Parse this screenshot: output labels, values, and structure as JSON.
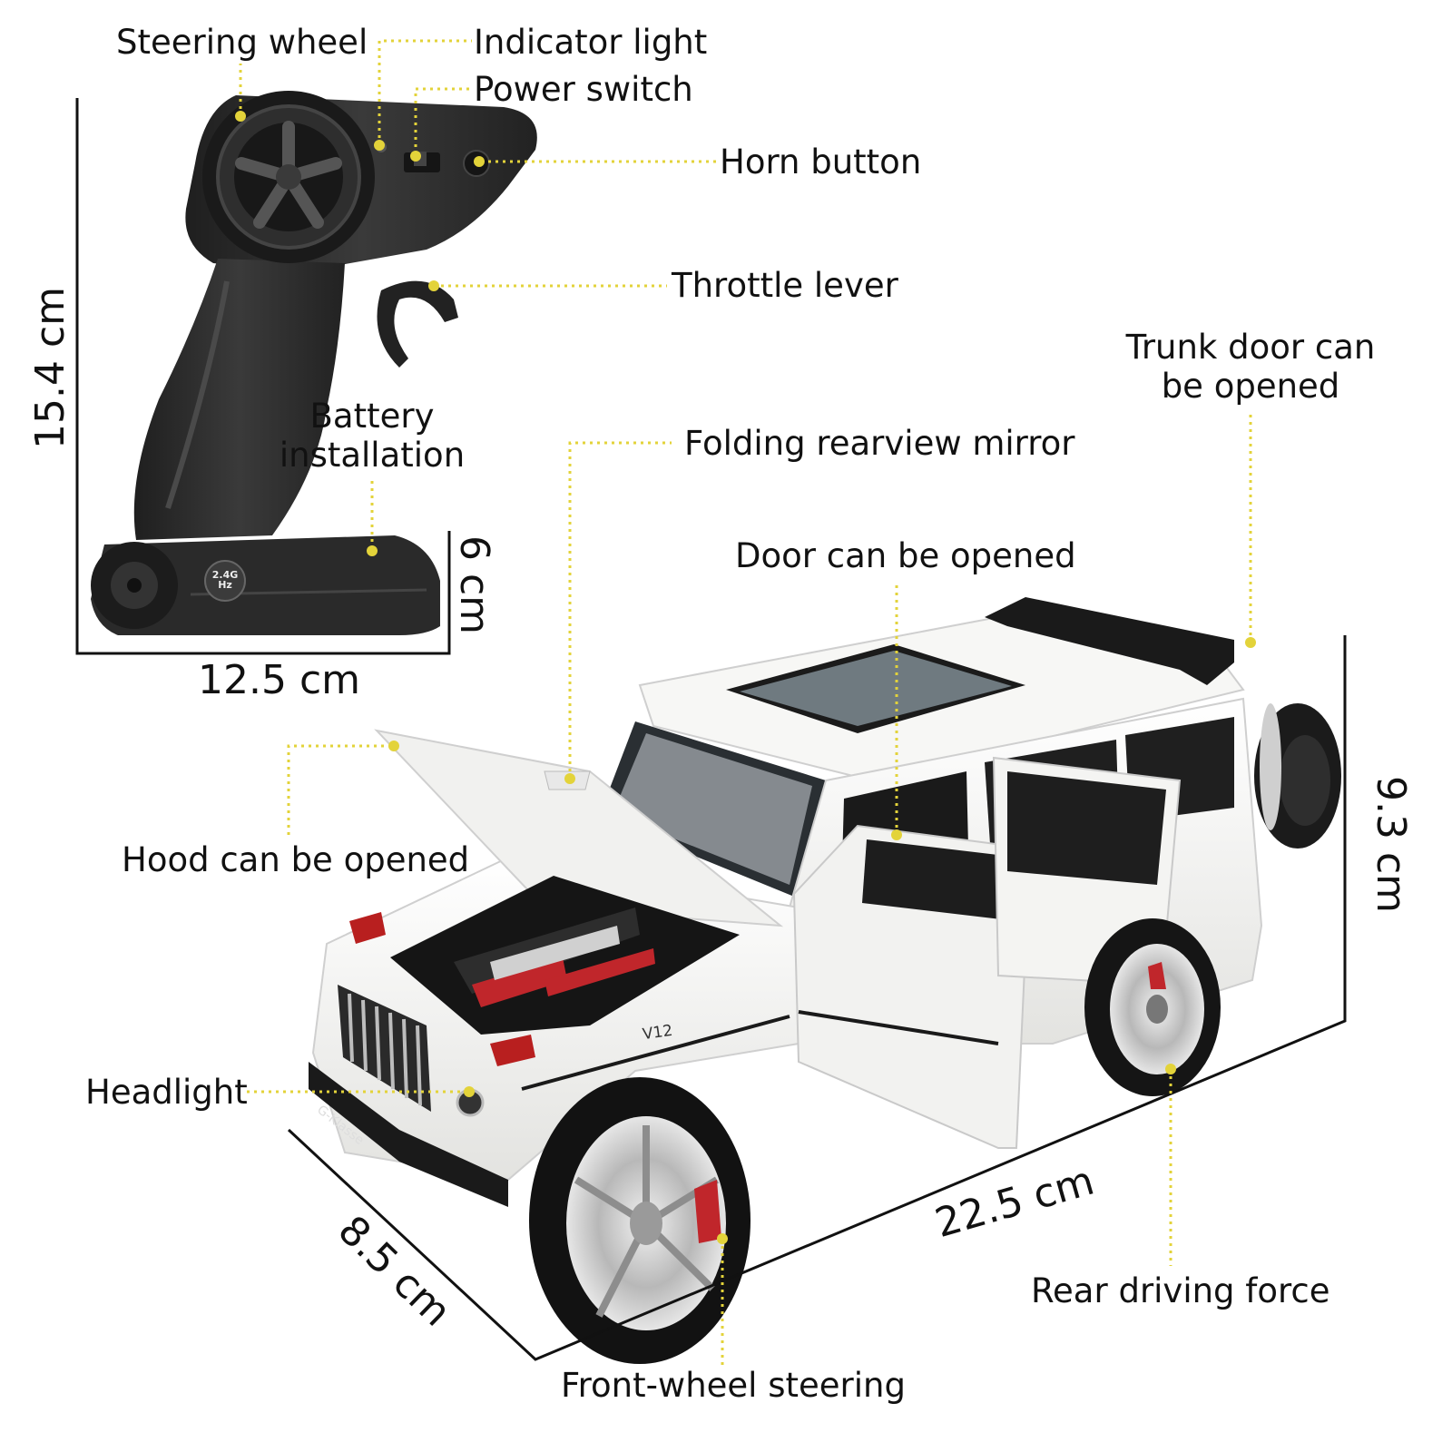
{
  "labels": {
    "steering_wheel": "Steering wheel",
    "indicator_light": "Indicator light",
    "power_switch": "Power switch",
    "horn_button": "Horn button",
    "throttle_lever": "Throttle lever",
    "battery_installation_1": "Battery",
    "battery_installation_2": "installation",
    "trunk_door_1": "Trunk door can",
    "trunk_door_2": "be opened",
    "folding_mirror": "Folding rearview mirror",
    "door_opened": "Door can be opened",
    "hood_opened": "Hood can be opened",
    "headlight": "Headlight",
    "rear_driving_force": "Rear driving force",
    "front_wheel_steering": "Front-wheel steering"
  },
  "dimensions": {
    "controller_height": "15.4 cm",
    "controller_width": "12.5 cm",
    "controller_base_height": "6 cm",
    "car_height": "9.3 cm",
    "car_length": "22.5 cm",
    "car_width": "8.5 cm"
  },
  "markings": {
    "frequency": "2.4G",
    "frequency_unit": "Hz",
    "engine_badge": "V12",
    "plate": "G-Klasse"
  },
  "colors": {
    "leader": "#e3d33a",
    "controller_body": "#2b2b2b",
    "car_body": "#f4f4f2",
    "brake_caliper": "#c0262b"
  }
}
